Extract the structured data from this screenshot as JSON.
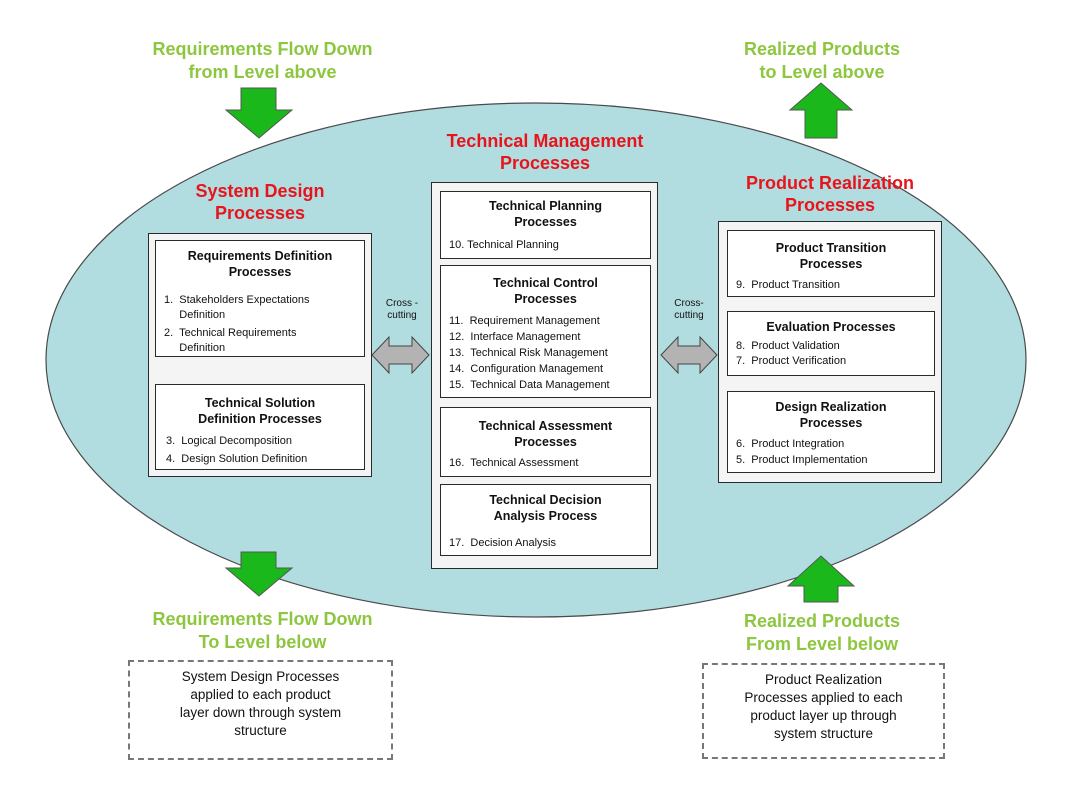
{
  "top_left": {
    "line1": "Requirements Flow Down",
    "line2": "from Level above"
  },
  "top_right": {
    "line1": "Realized Products",
    "line2": "to Level above"
  },
  "bottom_left": {
    "line1": "Requirements Flow Down",
    "line2": "To Level below"
  },
  "bottom_right": {
    "line1": "Realized Products",
    "line2": "From Level below"
  },
  "system_design": {
    "title1": "System Design",
    "title2": "Processes",
    "req_def": {
      "title1": "Requirements Definition",
      "title2": "Processes",
      "items": [
        "1.  Stakeholders Expectations",
        "     Definition",
        "2.  Technical Requirements",
        "     Definition"
      ]
    },
    "tech_sol": {
      "title1": "Technical Solution",
      "title2": "Definition Processes",
      "items": [
        "3.  Logical Decomposition",
        "4.  Design Solution Definition"
      ]
    }
  },
  "tech_mgmt": {
    "title1": "Technical Management",
    "title2": "Processes",
    "planning": {
      "title1": "Technical Planning",
      "title2": "Processes",
      "items": [
        "10. Technical Planning"
      ]
    },
    "control": {
      "title1": "Technical Control",
      "title2": "Processes",
      "items": [
        "11.  Requirement Management",
        "12.  Interface Management",
        "13.  Technical Risk Management",
        "14.  Configuration Management",
        "15.  Technical Data Management"
      ]
    },
    "assessment": {
      "title1": "Technical Assessment",
      "title2": "Processes",
      "items": [
        "16.  Technical Assessment"
      ]
    },
    "decision": {
      "title1": "Technical Decision",
      "title2": "Analysis Process",
      "items": [
        "17.  Decision Analysis"
      ]
    }
  },
  "product_realization": {
    "title1": "Product Realization",
    "title2": "Processes",
    "transition": {
      "title1": "Product Transition",
      "title2": "Processes",
      "items": [
        "9.  Product Transition"
      ]
    },
    "evaluation": {
      "title1": "Evaluation Processes",
      "items": [
        "8.  Product Validation",
        "7.  Product Verification"
      ]
    },
    "design_real": {
      "title1": "Design Realization",
      "title2": "Processes",
      "items": [
        "6.  Product Integration",
        "5.  Product Implementation"
      ]
    }
  },
  "cross_left": {
    "line1": "Cross -",
    "line2": "cutting"
  },
  "cross_right": {
    "line1": "Cross-",
    "line2": "cutting"
  },
  "note_left": {
    "lines": [
      "System Design Processes",
      "applied to each product",
      "layer down through system",
      "structure"
    ]
  },
  "note_right": {
    "lines": [
      "Product Realization",
      "Processes applied to each",
      "product  layer up through",
      "system  structure"
    ]
  },
  "colors": {
    "ellipse": "#b2dde0",
    "arrow_green": "#1bb81b",
    "green_text": "#8dc63f",
    "red_text": "#e8141c",
    "double_arrow": "#b3b3b3"
  }
}
